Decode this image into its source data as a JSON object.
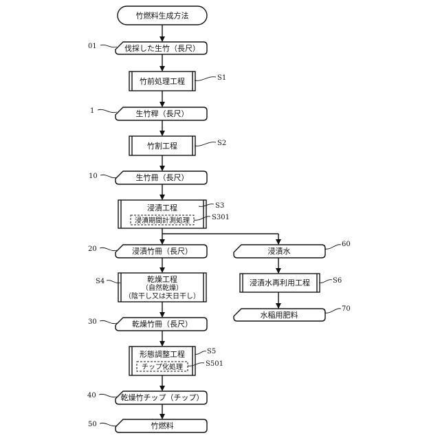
{
  "flowchart": {
    "title": "竹燃料生成方法",
    "nodes": {
      "felled_bamboo": "伐採した生竹（長尺）",
      "pretreatment": "竹前処理工程",
      "raw_stalk": "生竹稈（長尺）",
      "splitting": "竹割工程",
      "raw_strips": "生竹冊（長尺）",
      "soaking": "浸漬工程",
      "soaking_period": "浸漬期間計測処理",
      "soaked_strips": "浸漬竹冊（長尺）",
      "drying": "乾燥工程",
      "drying_sub1": "（自然乾燥）",
      "drying_sub2": "（陰干し又は天日干し）",
      "dried_strips": "乾燥竹冊（長尺）",
      "shaping": "形態調整工程",
      "chipping": "チップ化処理",
      "dried_chips": "乾燥竹チップ（チップ）",
      "fuel": "竹燃料",
      "soak_water": "浸漬水",
      "reuse": "浸漬水再利用工程",
      "fertilizer": "水稲用肥料"
    },
    "refs": {
      "r01": "01",
      "rS1": "S1",
      "r1": "1",
      "rS2": "S2",
      "r10": "10",
      "rS3": "S3",
      "rS301": "S301",
      "r20": "20",
      "r60": "60",
      "rS4": "S4",
      "rS6": "S6",
      "r70": "70",
      "r30": "30",
      "rS5": "S5",
      "rS501": "S501",
      "r40": "40",
      "r50": "50"
    }
  }
}
